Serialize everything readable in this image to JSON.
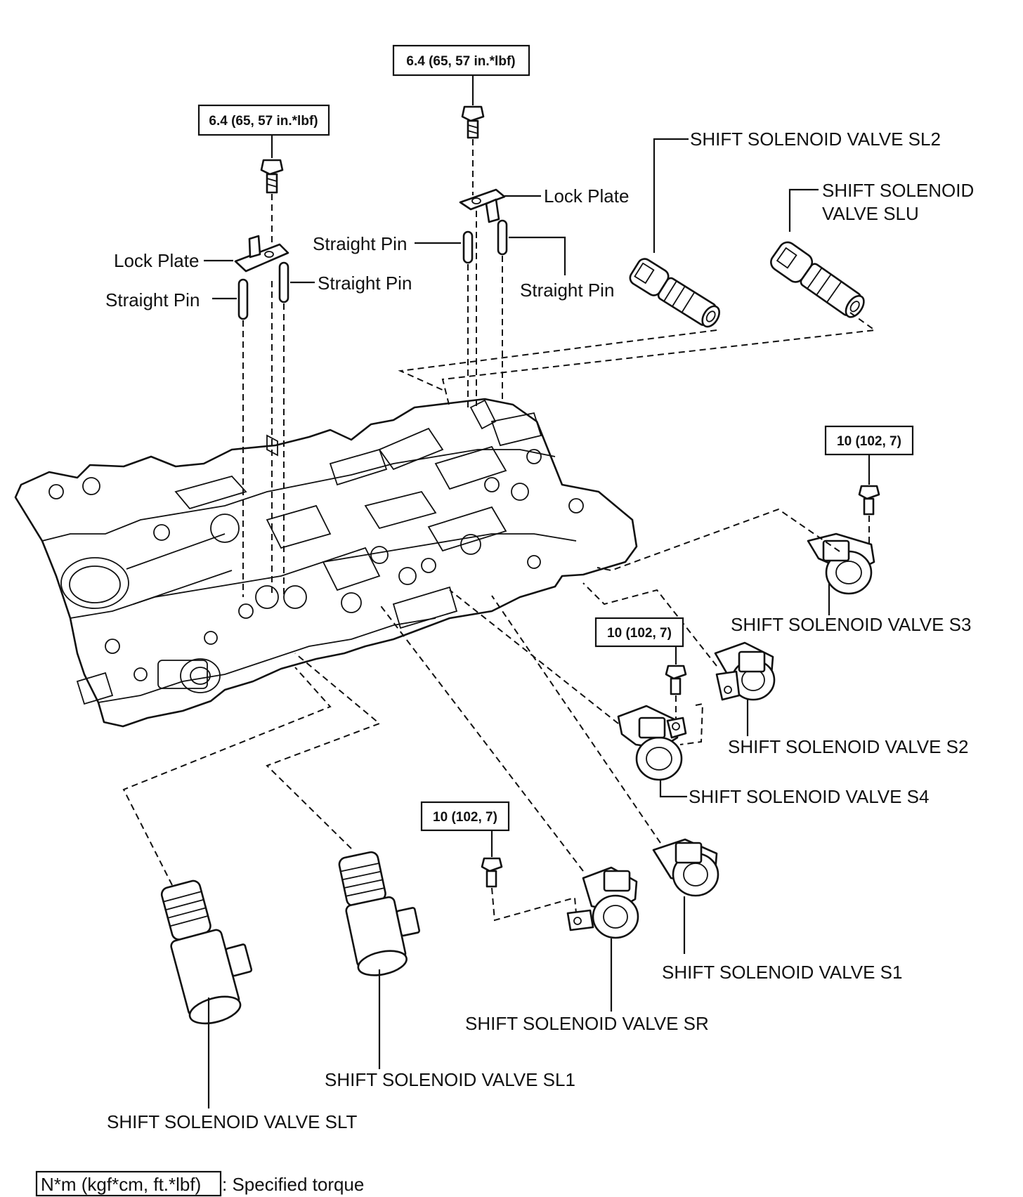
{
  "torque_specs": {
    "lock_plate_left_bolt": "6.4 (65, 57 in.*lbf)",
    "lock_plate_right_bolt": "6.4 (65, 57 in.*lbf)",
    "s3_bolt": "10 (102, 7)",
    "s4_bolt": "10 (102, 7)",
    "sr_bolt": "10 (102, 7)"
  },
  "labels": {
    "lock_plate_left": "Lock Plate",
    "lock_plate_right": "Lock Plate",
    "straight_pin_left_1": "Straight Pin",
    "straight_pin_left_2": "Straight Pin",
    "straight_pin_right_1": "Straight Pin",
    "straight_pin_right_2": "Straight Pin",
    "sl2": "SHIFT SOLENOID VALVE SL2",
    "slu_line1": "SHIFT SOLENOID",
    "slu_line2": "VALVE SLU",
    "s3": "SHIFT SOLENOID VALVE S3",
    "s2": "SHIFT SOLENOID VALVE S2",
    "s4": "SHIFT SOLENOID VALVE S4",
    "s1": "SHIFT SOLENOID VALVE S1",
    "sr": "SHIFT SOLENOID VALVE SR",
    "sl1": "SHIFT SOLENOID VALVE SL1",
    "slt": "SHIFT SOLENOID VALVE SLT"
  },
  "legend": {
    "unit_box": "N*m (kgf*cm, ft.*lbf)",
    "description": ": Specified torque"
  }
}
